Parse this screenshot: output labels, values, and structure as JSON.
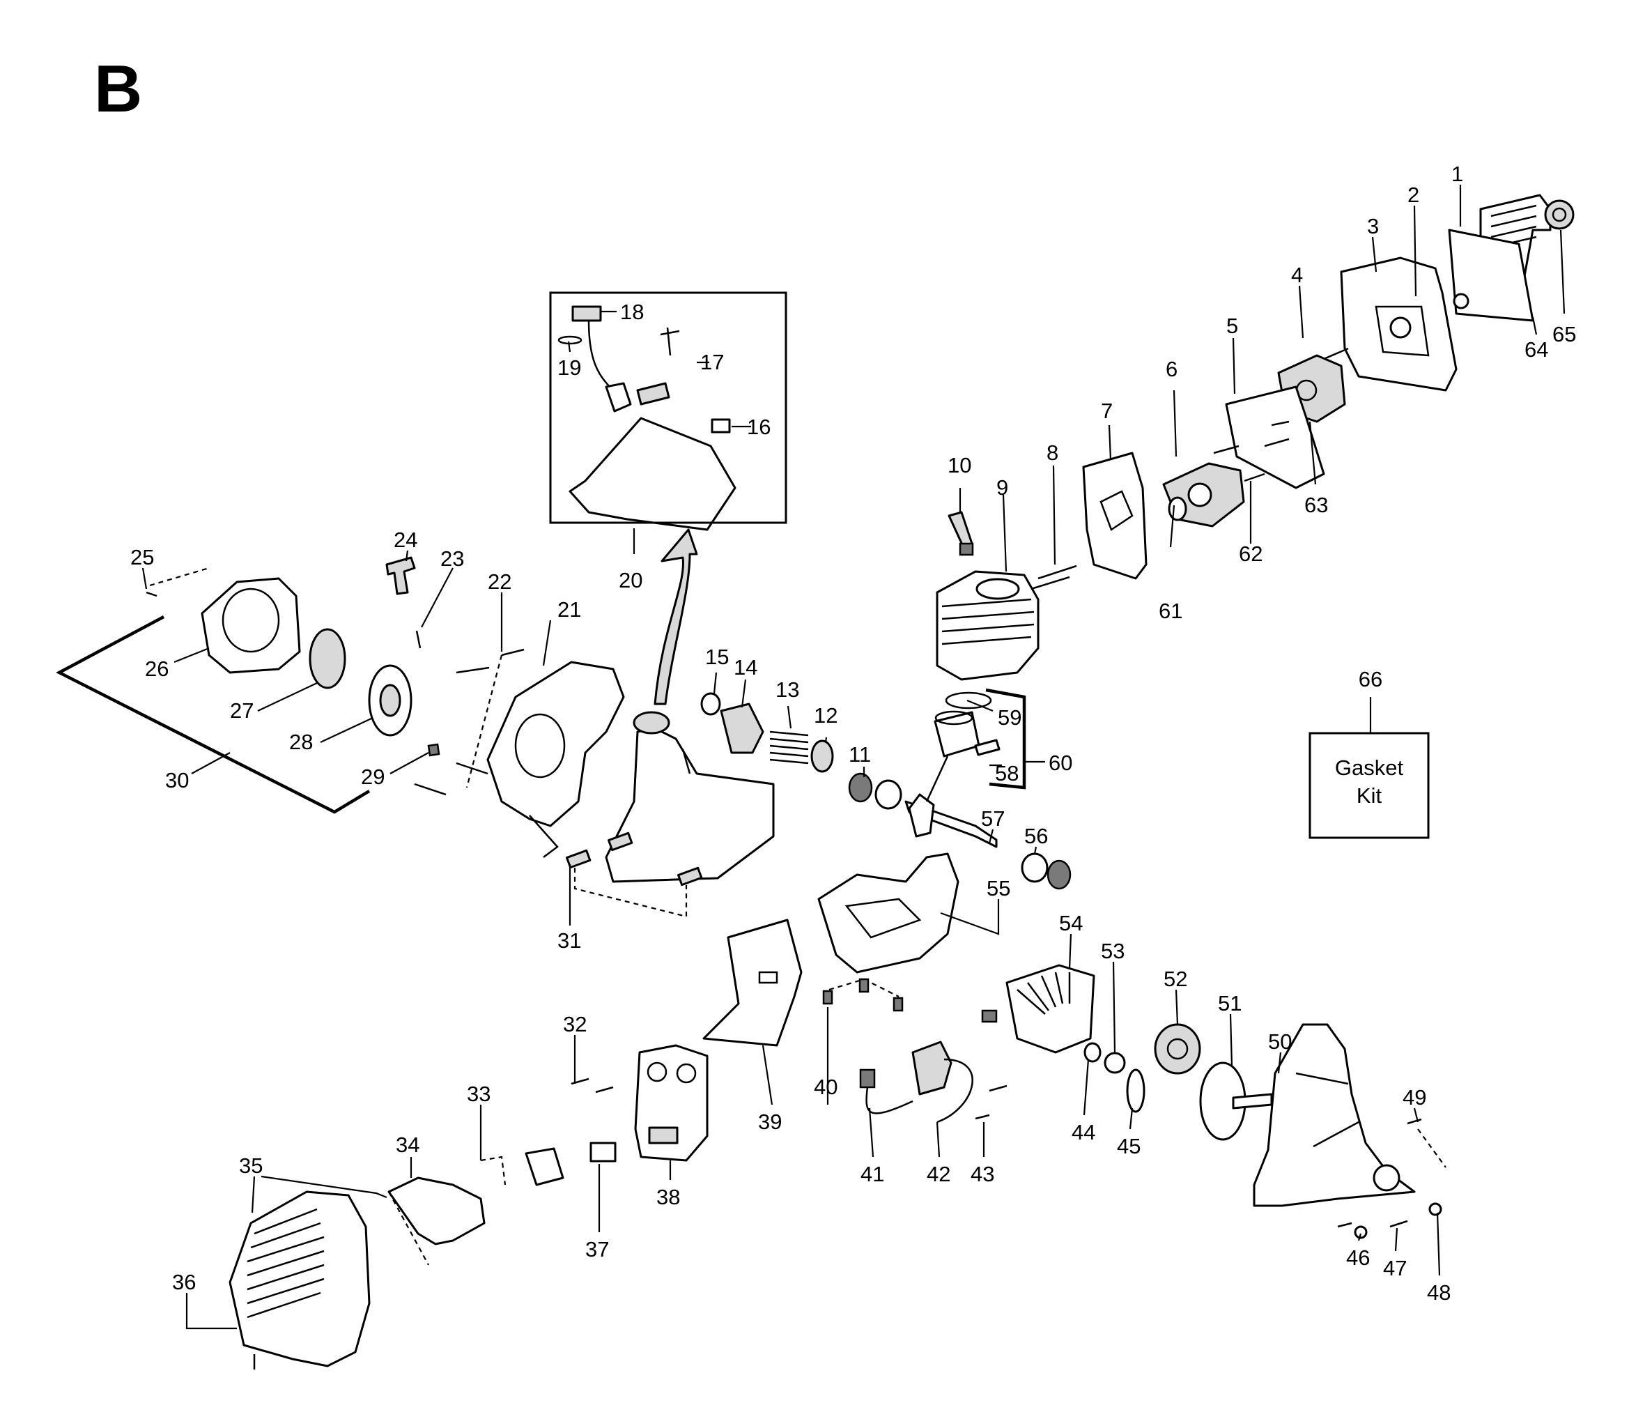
{
  "diagram": {
    "sheet_letter": "B",
    "kit": {
      "number": "66",
      "label_line1": "Gasket",
      "label_line2": "Kit"
    },
    "callouts": {
      "c1": "1",
      "c2": "2",
      "c3": "3",
      "c4": "4",
      "c5": "5",
      "c6": "6",
      "c7": "7",
      "c8": "8",
      "c9": "9",
      "c10": "10",
      "c11": "11",
      "c12": "12",
      "c13": "13",
      "c14": "14",
      "c15": "15",
      "c16": "16",
      "c17": "17",
      "c18": "18",
      "c19": "19",
      "c20": "20",
      "c21": "21",
      "c22": "22",
      "c23": "23",
      "c24": "24",
      "c25": "25",
      "c26": "26",
      "c27": "27",
      "c28": "28",
      "c29": "29",
      "c30": "30",
      "c31": "31",
      "c32": "32",
      "c33": "33",
      "c34": "34",
      "c35": "35",
      "c36": "36",
      "c37": "37",
      "c38": "38",
      "c39": "39",
      "c40": "40",
      "c41": "41",
      "c42": "42",
      "c43": "43",
      "c44": "44",
      "c45": "45",
      "c46": "46",
      "c47": "47",
      "c48": "48",
      "c49": "49",
      "c50": "50",
      "c51": "51",
      "c52": "52",
      "c53": "53",
      "c54": "54",
      "c55": "55",
      "c56": "56",
      "c57": "57",
      "c58": "58",
      "c59": "59",
      "c60": "60",
      "c61": "61",
      "c62": "62",
      "c63": "63",
      "c64": "64",
      "c65": "65"
    },
    "colors": {
      "line": "#000000",
      "background": "#ffffff",
      "shade": "#d9d9d9"
    }
  }
}
